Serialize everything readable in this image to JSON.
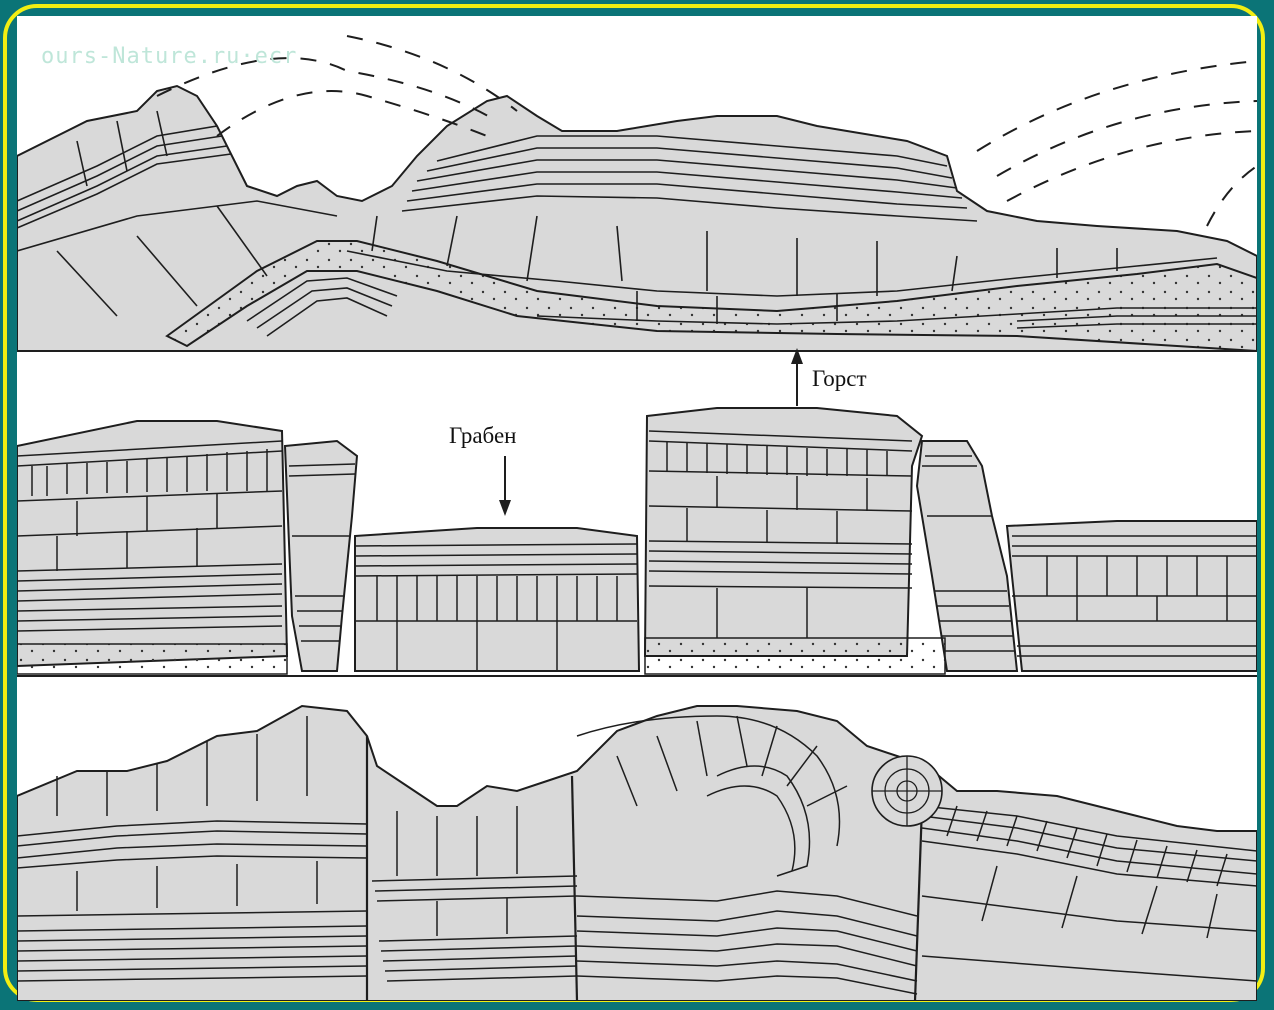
{
  "figure": {
    "watermark": "ours-Nature.ru·ecr",
    "labels": {
      "graben": "Грабен",
      "horst": "Горст"
    }
  },
  "colors": {
    "background": "#0b7477",
    "border": "#f2ee12",
    "rock": "#d9d9d9",
    "line": "#1e1e1e"
  },
  "panels": [
    "folded-strata",
    "graben-horst-faults",
    "faulted-folded-strata"
  ]
}
